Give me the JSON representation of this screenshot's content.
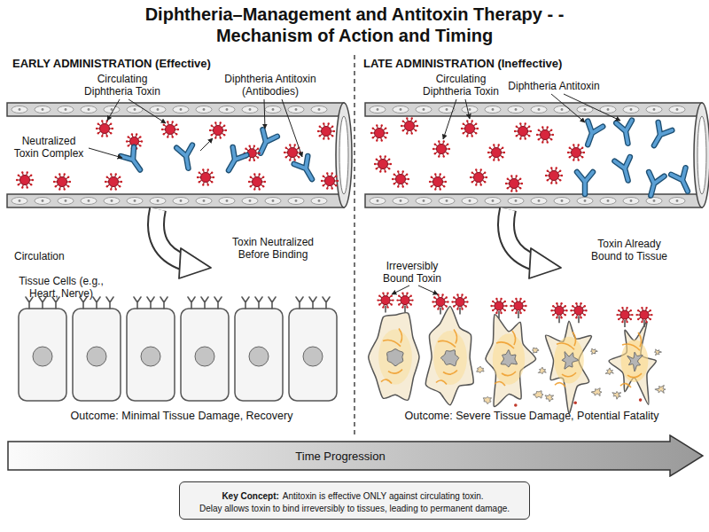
{
  "diagram": {
    "title": "Diphtheria–Management and Antitoxin Therapy - - Mechanism of Action and Timing",
    "nodes": [
      {
        "text": [
          "Time Progression"
        ]
      },
      {
        "text": [
          "Key Concept:",
          "Antitoxin is effective ONLY against circulating toxin.",
          "Delay allows toxin to bind irreversibly to tissues, leading to permanent damage."
        ]
      }
    ],
    "labels": [
      "EARLY ADMINISTRATION (Effective)",
      "Circulating Diphtheria Toxin",
      "Diphtheria Antitoxin (Antibodies)",
      "Neutralized Toxin Complex",
      "Circulation",
      "Toxin Neutralized Before Binding",
      "Tissue Cells (e.g., Heart, Nerve)",
      "Outcome: Minimal Tissue Damage, Recovery",
      "LATE ADMINISTRATION (Ineffective)",
      "Circulating Diphtheria Toxin",
      "Diphtheria Antitoxin",
      "Irreversibly Bound Toxin",
      "Toxin Already Bound to Tissue",
      "Outcome: Severe Tissue Damage, Potential Fatality"
    ]
  }
}
